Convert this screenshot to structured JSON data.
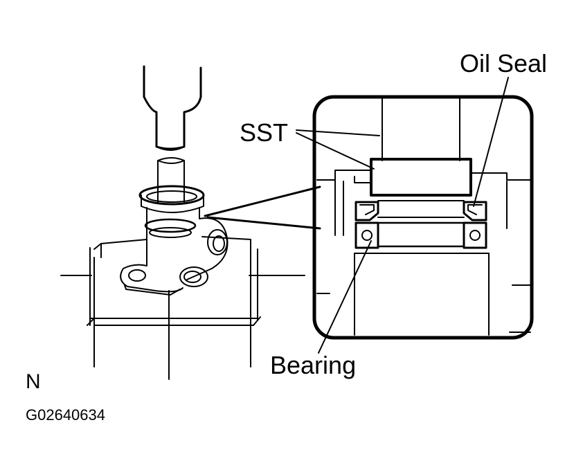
{
  "diagram": {
    "labels": {
      "oil_seal": "Oil Seal",
      "sst": "SST",
      "bearing": "Bearing",
      "orientation": "N",
      "figure_code": "G02640634"
    },
    "colors": {
      "line": "#000000",
      "background": "#ffffff"
    }
  }
}
